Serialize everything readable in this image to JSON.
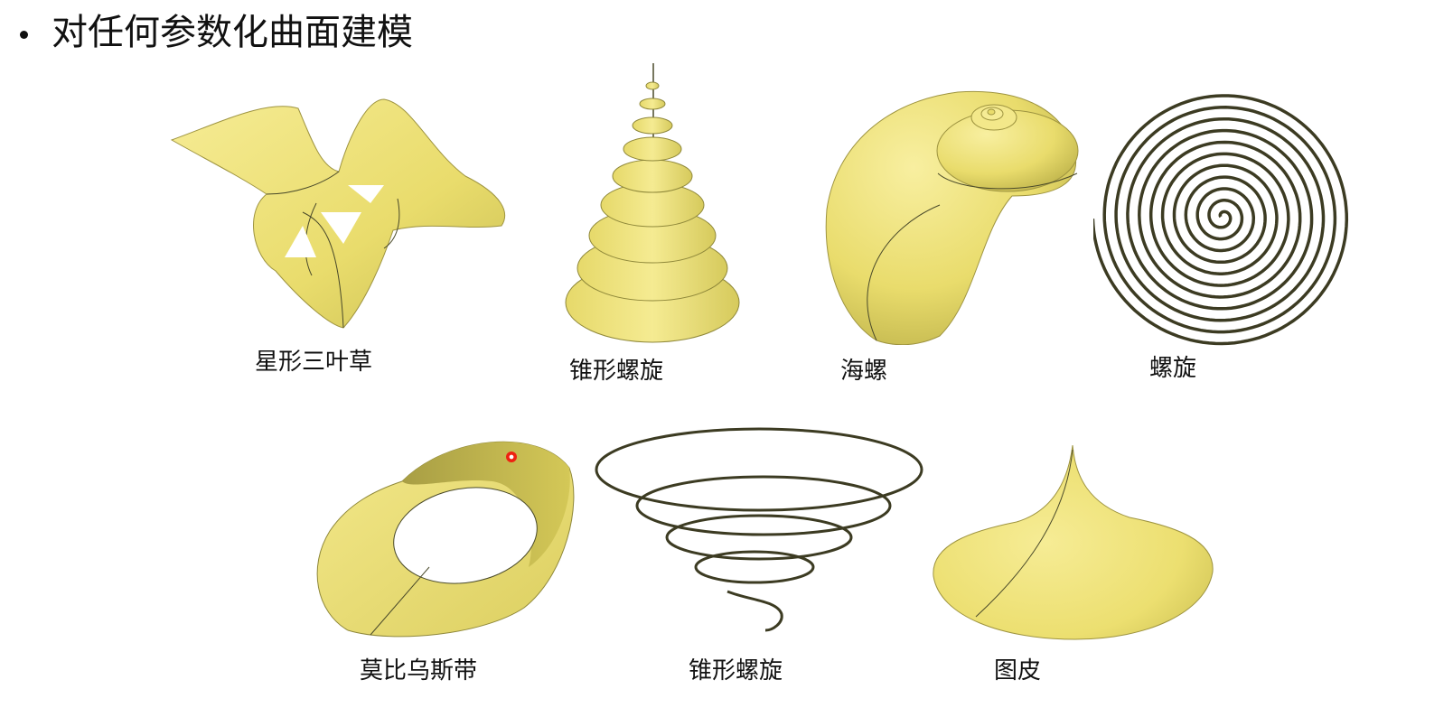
{
  "slide": {
    "title": "对任何参数化曲面建模",
    "bullet": "•"
  },
  "colors": {
    "surface": "#EFE27A",
    "surface_dark": "#B9AE46",
    "surface_shadow": "#8F883A",
    "outline": "#4A4A2A",
    "pointer": "#E02020"
  },
  "figures": [
    {
      "id": "star-trefoil",
      "label": "星形三叶草"
    },
    {
      "id": "cone-spiral-surface",
      "label": "锥形螺旋"
    },
    {
      "id": "seashell",
      "label": "海螺"
    },
    {
      "id": "flat-spiral",
      "label": "螺旋"
    },
    {
      "id": "mobius-strip",
      "label": "莫比乌斯带"
    },
    {
      "id": "cone-spiral-curve",
      "label": "锥形螺旋"
    },
    {
      "id": "drum-skin",
      "label": "图皮"
    }
  ]
}
